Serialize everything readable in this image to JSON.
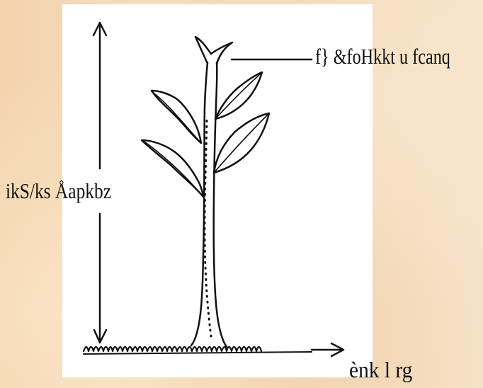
{
  "labels": {
    "top_label": "f} &foHkkt u fcanq",
    "left_label": "ikS/ks Åapkbz",
    "bottom_label": "ènk l rg"
  },
  "colors": {
    "background": "#f4d8b6",
    "panel": "#ffffff",
    "ink": "#111111"
  },
  "icons": {
    "height_arrow": "double-headed-vertical-arrow",
    "ground_arrow": "right-arrow",
    "plant": "seedling-sketch"
  }
}
